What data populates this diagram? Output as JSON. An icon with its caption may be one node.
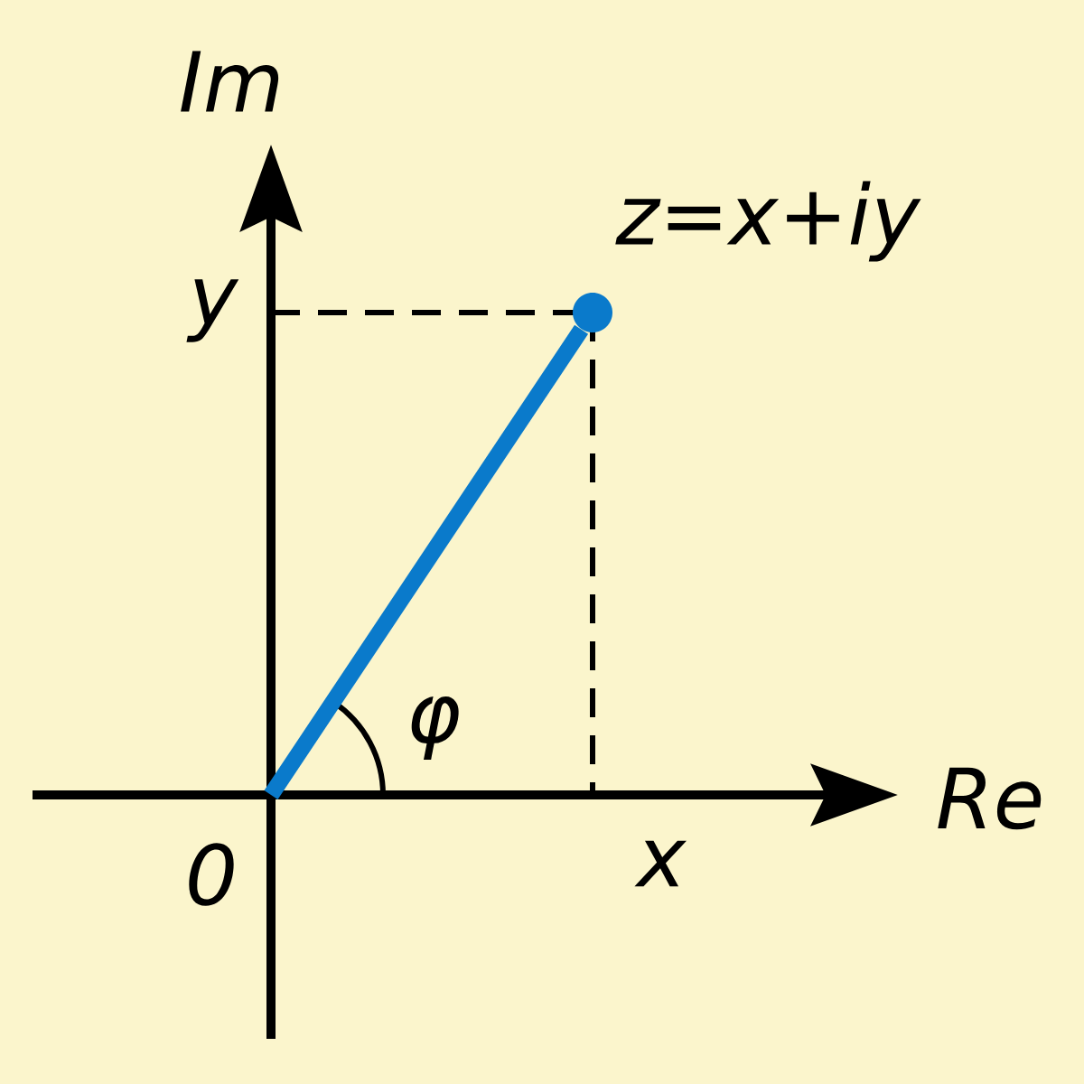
{
  "diagram": {
    "nodes": [
      {
        "text": [
          "0"
        ]
      },
      {
        "text": [],
        "shape": "circle",
        "beside": [
          "z=x+iy"
        ]
      }
    ],
    "edges": [
      {
        "from": 0,
        "to": 1,
        "arrow": "none",
        "color": "#0a7acb"
      }
    ],
    "labels": [
      "Im",
      "y",
      "φ",
      "Re",
      "x"
    ]
  }
}
